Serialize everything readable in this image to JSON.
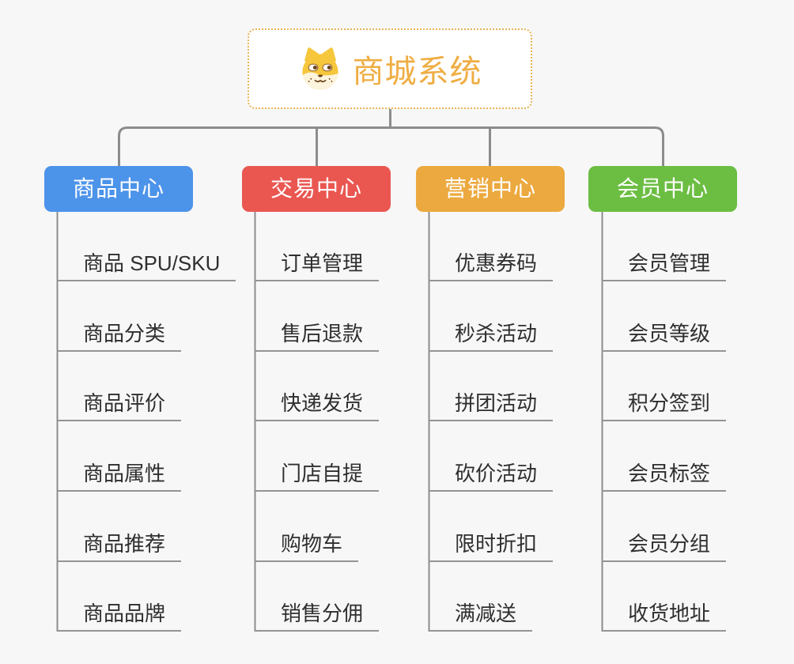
{
  "canvas": {
    "background": "#f7f7f7",
    "connector_color": "#8c8c8c",
    "underline_color": "#949494"
  },
  "root": {
    "label": "商城系统",
    "icon": "dog-face-icon",
    "text_color": "#efad43",
    "border_color": "#e9b254",
    "background": "#ffffff"
  },
  "branches": [
    {
      "label": "商品中心",
      "color": "#4c93ea",
      "children": [
        "商品 SPU/SKU",
        "商品分类",
        "商品评价",
        "商品属性",
        "商品推荐",
        "商品品牌"
      ]
    },
    {
      "label": "交易中心",
      "color": "#ea5751",
      "children": [
        "订单管理",
        "售后退款",
        "快递发货",
        "门店自提",
        "购物车",
        "销售分佣"
      ]
    },
    {
      "label": "营销中心",
      "color": "#eca93f",
      "children": [
        "优惠券码",
        "秒杀活动",
        "拼团活动",
        "砍价活动",
        "限时折扣",
        "满减送"
      ]
    },
    {
      "label": "会员中心",
      "color": "#6cbe43",
      "children": [
        "会员管理",
        "会员等级",
        "积分签到",
        "会员标签",
        "会员分组",
        "收货地址"
      ]
    }
  ]
}
